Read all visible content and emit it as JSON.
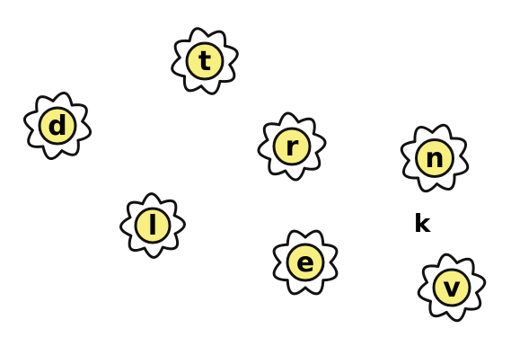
{
  "colors": {
    "background": "#ffffff",
    "petal_fill": "#ffffff",
    "outline": "#111111",
    "center_fill": "#f7f080"
  },
  "flowers": [
    {
      "letter": "t"
    },
    {
      "letter": "d"
    },
    {
      "letter": "r"
    },
    {
      "letter": "n"
    },
    {
      "letter": "l"
    },
    {
      "letter": "e"
    },
    {
      "letter": "v"
    }
  ],
  "stray_letters": [
    {
      "letter": "k"
    }
  ]
}
